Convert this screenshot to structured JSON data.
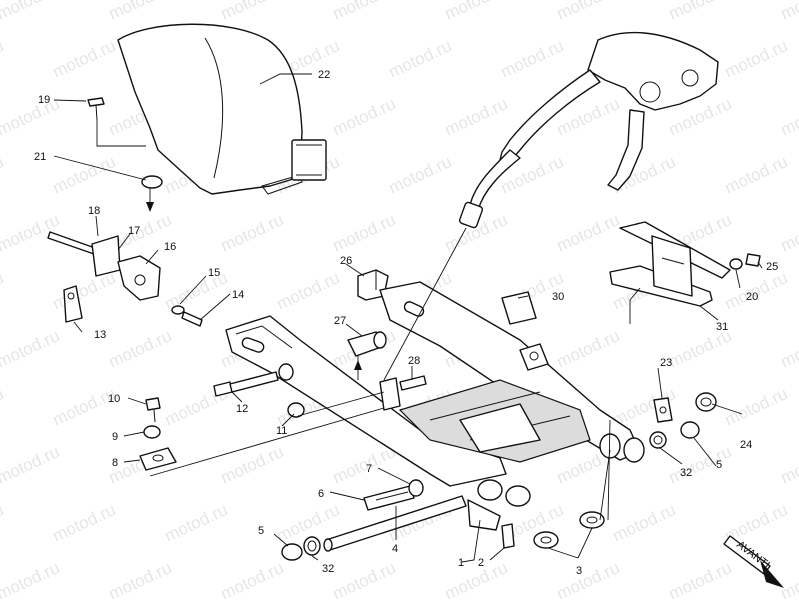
{
  "watermark": "motod.ru",
  "direction_label": "AVANTI",
  "part_labels": {
    "p1": "1",
    "p2": "2",
    "p3": "3",
    "p4": "4",
    "p5a": "5",
    "p5b": "5",
    "p6": "6",
    "p7": "7",
    "p8": "8",
    "p9": "9",
    "p10": "10",
    "p11": "11",
    "p12": "12",
    "p13": "13",
    "p14": "14",
    "p15": "15",
    "p16": "16",
    "p17": "17",
    "p18": "18",
    "p19": "19",
    "p20": "20",
    "p21": "21",
    "p22": "22",
    "p23": "23",
    "p24": "24",
    "p25": "25",
    "p26": "26",
    "p27": "27",
    "p28": "28",
    "p30": "30",
    "p31": "31",
    "p32a": "32",
    "p32b": "32"
  },
  "colors": {
    "line": "#111111",
    "watermark": "#e6e6e6",
    "background": "#ffffff"
  }
}
